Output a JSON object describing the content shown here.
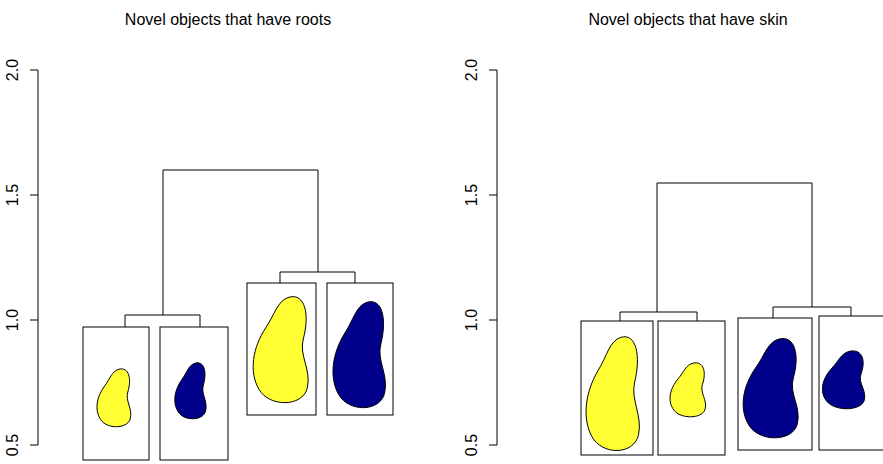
{
  "diagram": {
    "labels": [
      "Novel objects that have roots",
      "2.0",
      "1.5",
      "1.0",
      "0.5",
      "Novel objects that have skin",
      "2.0",
      "1.5",
      "1.0",
      "0.5"
    ]
  }
}
